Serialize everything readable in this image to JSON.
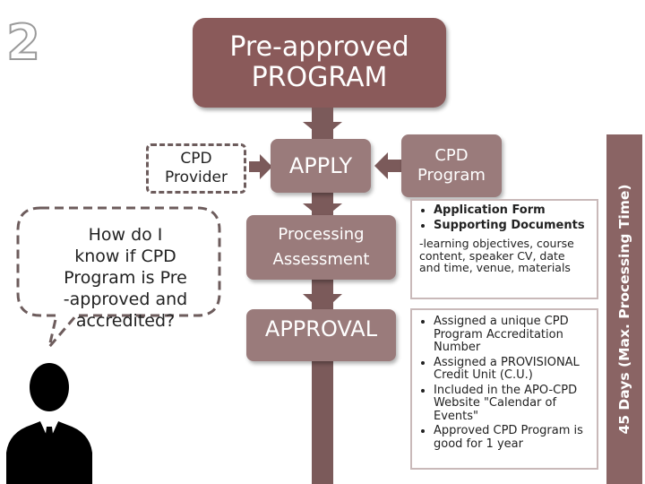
{
  "slide_number": "2",
  "title": "Pre-approved\nPROGRAM",
  "provider_label": "CPD\nProvider",
  "apply_label": "APPLY",
  "program_label": "CPD\nProgram",
  "processing_label": "Processing\nAssessment",
  "approval_label": "APPROVAL",
  "question": "How do I\nknow if CPD\nProgram is Pre\n-approved and\naccredited?",
  "requirements": {
    "items": [
      "Application Form",
      "Supporting Documents"
    ],
    "note": "-learning objectives, course content, speaker CV, date and time, venue, materials"
  },
  "approval_outcomes": [
    "Assigned a unique CPD Program Accreditation Number",
    "Assigned a PROVISIONAL Credit Unit (C.U.)",
    "Included in the APO-CPD Website \"Calendar of Events\"",
    "Approved CPD Program is good for 1 year"
  ],
  "processing_time": "45 Days (Max. Processing Time)",
  "icons": {
    "person": "person-icon",
    "speech": "speech-bubble-icon"
  },
  "colors": {
    "title_bg": "#8a5a5a",
    "box_bg": "#9a7b7b",
    "column": "#7b5a5a",
    "sidebar": "#8a6464"
  }
}
